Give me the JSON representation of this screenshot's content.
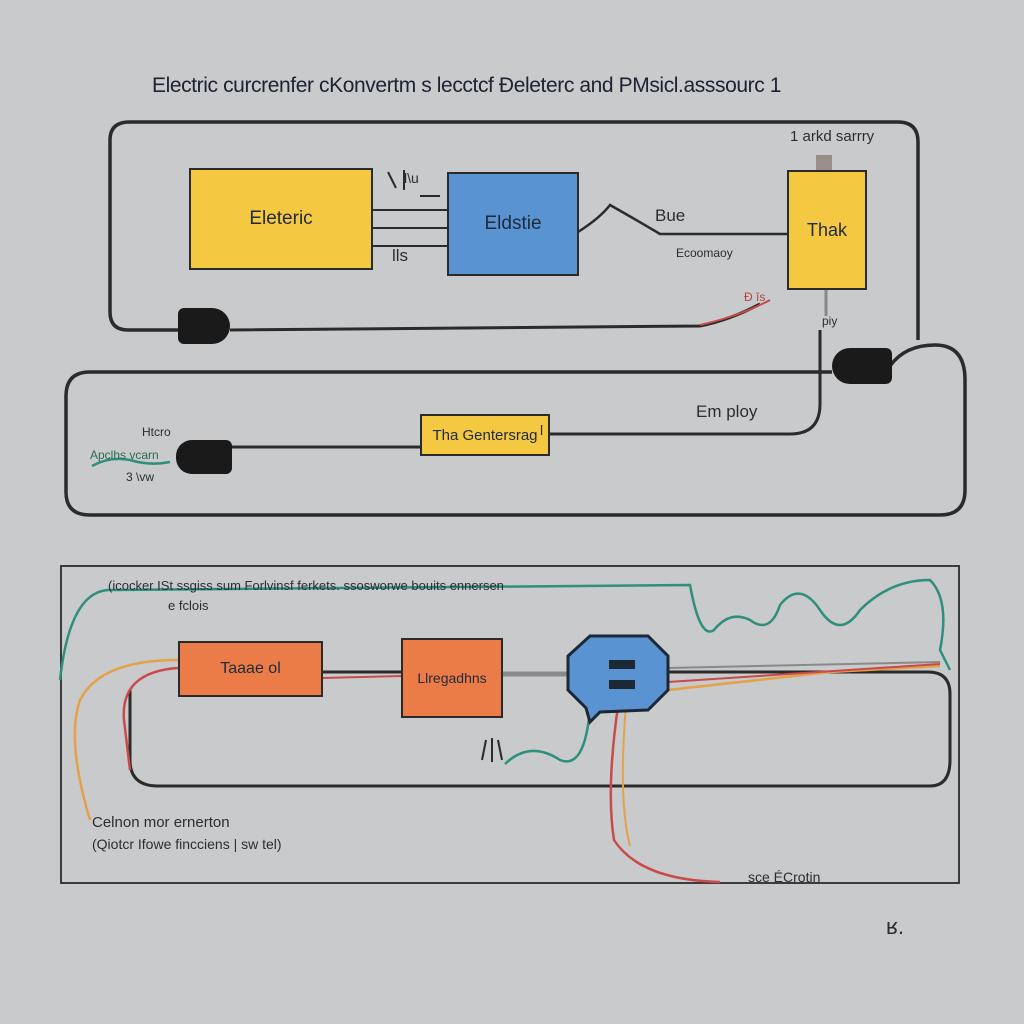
{
  "title": "Electric curcrenfer cKonvertm s lecctcf Đeleterc and PMsicl.asssourc 1",
  "colors": {
    "background": "#c9cacb",
    "yellow": "#f5c842",
    "blue": "#5a93d2",
    "orange": "#ec7c47",
    "wire": "#2b2b2b",
    "red_wire": "#c94a4a",
    "green_wire": "#2e8f7a",
    "orange_wire": "#e3a14a"
  },
  "top_diagram": {
    "box_electric": "Eleteric",
    "box_blue": "Eldstie",
    "box_thak": "Thak",
    "box_center": "Tha Gentersrag",
    "center_tick": "l",
    "label_blue": "Bue",
    "label_blue_sub": "Ecoomaoy",
    "label_battery": "1 arkd sarrry",
    "label_left_top": "l\\u",
    "label_left_bottom": "lls",
    "label_red": "Đ îs",
    "label_pig": "piy",
    "label_em": "Em ploy",
    "label_left_a": "Htcro",
    "label_left_b": "Apclhs vcarn",
    "label_left_c": "3 \\vw"
  },
  "bottom_diagram": {
    "header": "(icocker ISt ssgiss sum Forlvinsf ferkets. ssosworwe bouits ennersen",
    "header_sub": "e fclois",
    "box_left": "Taaae ol",
    "box_mid": "Llregadhns",
    "socket_icon": "power-socket-icon",
    "footer_main": "Celnon mor ernerton",
    "footer_sub": "(Qiotcr Ifowe fincciens | sw tel)",
    "footer_right": "sce ÉCrotin"
  },
  "corner_mark": "ʁ."
}
